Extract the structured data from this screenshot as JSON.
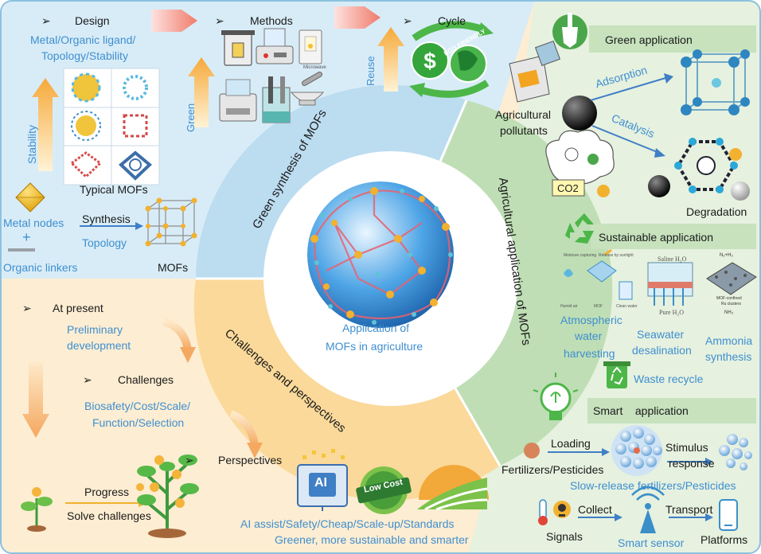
{
  "center": {
    "line1": "Application of",
    "line2": "MOFs in agriculture"
  },
  "ring": {
    "green_synthesis": "Green synthesis of MOFs",
    "agricultural_application": "Agricultural application of MOFs",
    "challenges": "Challenges and perspectives"
  },
  "top_left": {
    "design_heading": "Design",
    "design_desc_1": "Metal/Organic ligand/",
    "design_desc_2": "Topology/Stability",
    "stability": "Stability",
    "typical_mofs": "Typical MOFs",
    "metal_nodes": "Metal nodes",
    "plus": "+",
    "organic_linkers": "Organic linkers",
    "synthesis": "Synthesis",
    "topology": "Topology",
    "mofs": "MOFs",
    "methods_heading": "Methods",
    "green": "Green",
    "microwave": "Microwave",
    "reuse": "Reuse",
    "cycle_heading": "Cycle",
    "eco_friendly": "ECO FRIENDLY"
  },
  "right": {
    "green_application": "Green application",
    "agricultural": "Agricultural",
    "pollutants": "pollutants",
    "co2": "CO2",
    "adsorption": "Adsorption",
    "catalysis": "Catalysis",
    "degradation": "Degradation",
    "sustainable_application": "Sustainable application",
    "moisture_capturing": "Moisture capturing",
    "release_by_sunlight": "Release by sunlight",
    "humid_air": "Humid air",
    "mof_small": "MOF",
    "clean_water": "Clean water",
    "saline_h2o": "Saline H₂O",
    "pure_h2o": "Pure H₂O",
    "n2_h2": "N₂+H₂",
    "mof_confined": "MOF-confined",
    "ru_clusters": "Ru clusters",
    "nh3": "NH₃",
    "atmospheric_1": "Atmospheric",
    "atmospheric_2": "water",
    "atmospheric_3": "harvesting",
    "seawater_1": "Seawater",
    "seawater_2": "desalination",
    "ammonia_1": "Ammonia",
    "ammonia_2": "synthesis",
    "waste_recycle": "Waste recycle",
    "smart_application": "Smart    application",
    "loading": "Loading",
    "fertilizers": "Fertilizers/Pesticides",
    "stimulus": "Stimulus",
    "response": "response",
    "slow_release": "Slow-release fertilizers/Pesticides",
    "collect": "Collect",
    "transport": "Transport",
    "signals": "Signals",
    "smart_sensor": "Smart sensor",
    "platforms": "Platforms"
  },
  "bottom_left": {
    "at_present": "At present",
    "preliminary_1": "Preliminary",
    "preliminary_2": "development",
    "challenges": "Challenges",
    "challenges_list_1": "Biosafety/Cost/Scale/",
    "challenges_list_2": "Function/Selection",
    "perspectives": "Perspectives",
    "progress": "Progress",
    "solve_challenges": "Solve challenges",
    "ai": "AI",
    "low_cost": "Low Cost",
    "ai_assist": "AI assist/Safety/Cheap/Scale-up/Standards",
    "greener": "Greener, more sustainable and smarter"
  },
  "colors": {
    "blue_panel": "#d8ecf7",
    "blue_ring": "#bcdcf0",
    "green_panel": "#e6f1df",
    "green_ring": "#bfdeb5",
    "yellow_panel": "#fdedd2",
    "yellow_ring": "#fbd99a",
    "text_blue": "#3f8fd0",
    "arrow_orange": "#f6ad3c"
  }
}
